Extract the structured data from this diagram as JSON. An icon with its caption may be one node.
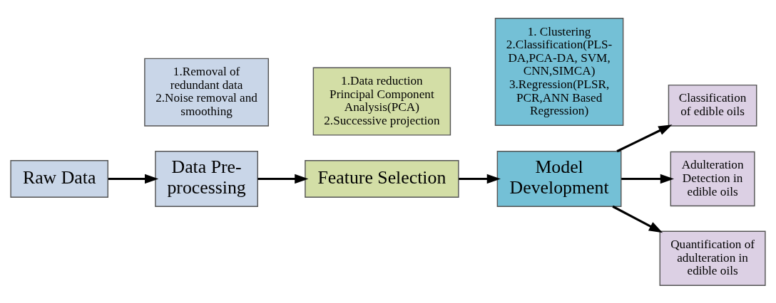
{
  "diagram": {
    "nodes": [
      {
        "text": [
          "Raw Data"
        ]
      },
      {
        "text": [
          "Data Pre-processing"
        ]
      },
      {
        "text": [
          "Feature Selection"
        ]
      },
      {
        "text": [
          "Model Development"
        ]
      },
      {
        "text": [
          "Classification of edible oils"
        ]
      },
      {
        "text": [
          "Adulteration Detection in edible oils"
        ]
      },
      {
        "text": [
          "Quantification of adulteration in edible oils"
        ]
      },
      {
        "text": [
          "1.Removal of redundant data",
          "2.Noise removal and smoothing"
        ]
      },
      {
        "text": [
          "1.Data reduction Principal Component Analysis(PCA)",
          "2.Successive projection"
        ]
      },
      {
        "text": [
          "1. Clustering",
          "2.Classification(PLS-DA,PCA-DA, SVM, CNN,SIMCA)",
          "3.Regression(PLSR, PCR,ANN Based Regression)"
        ]
      }
    ],
    "edges": [
      {
        "from": 0,
        "to": 1,
        "arrow": "to"
      },
      {
        "from": 1,
        "to": 2,
        "arrow": "to"
      },
      {
        "from": 2,
        "to": 3,
        "arrow": "to"
      },
      {
        "from": 3,
        "to": 4,
        "arrow": "to"
      },
      {
        "from": 3,
        "to": 5,
        "arrow": "to"
      },
      {
        "from": 3,
        "to": 6,
        "arrow": "to"
      }
    ]
  }
}
